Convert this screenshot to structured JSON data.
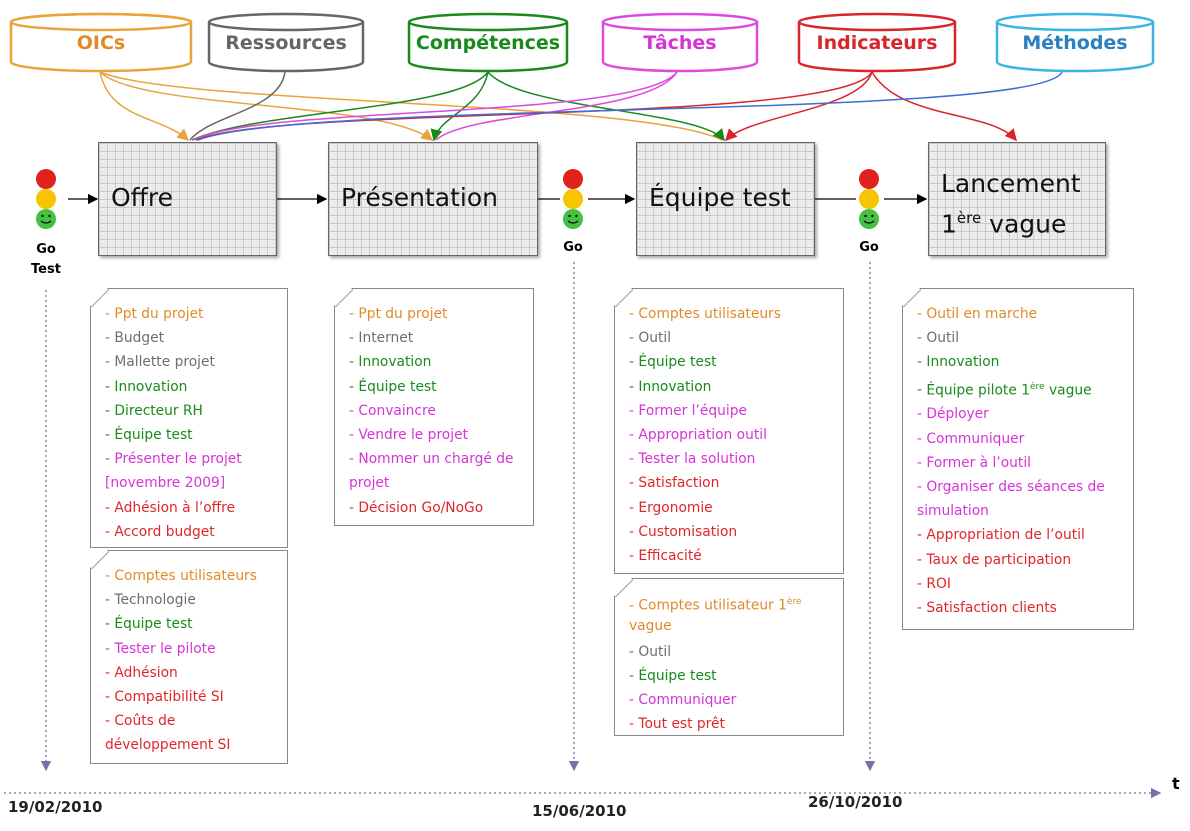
{
  "categories": [
    {
      "label": "OICs",
      "color": "#e8a33d",
      "text_color": "#e08b2a"
    },
    {
      "label": "Ressources",
      "color": "#666666",
      "text_color": "#666666"
    },
    {
      "label": "Compétences",
      "color": "#1a8a1a",
      "text_color": "#1a8a1a"
    },
    {
      "label": "Tâches",
      "color": "#dc4ae0",
      "text_color": "#d634d6"
    },
    {
      "label": "Indicateurs",
      "color": "#d9252a",
      "text_color": "#d9252a"
    },
    {
      "label": "Méthodes",
      "color": "#3bb4e4",
      "text_color": "#2a7fbf"
    }
  ],
  "stages": [
    {
      "title": "Offre"
    },
    {
      "title": "Présentation"
    },
    {
      "title": "Équipe test"
    },
    {
      "title_line1": "Lancement",
      "title_line2_prefix": "1",
      "title_line2_sup": "ère",
      "title_line2_suffix": " vague"
    }
  ],
  "gates": {
    "first_line1": "Go",
    "first_line2": "Test",
    "second": "Go",
    "third": "Go"
  },
  "notes": {
    "offre_a": [
      "Ppt du projet",
      "Budget",
      "Mallette projet",
      "Innovation",
      "Directeur RH",
      "Équipe test",
      "Présenter le projet [novembre 2009]",
      "Adhésion à l’offre",
      "Accord budget"
    ],
    "offre_b": [
      "Comptes utilisateurs",
      "Technologie",
      "Équipe test",
      "Tester le pilote",
      "Adhésion",
      "Compatibilité SI",
      "Coûts de développement SI"
    ],
    "presentation": [
      "Ppt du projet",
      "Internet",
      "Innovation",
      "Équipe test",
      "Convaincre",
      "Vendre le projet",
      "Nommer un chargé de projet",
      "Décision Go/NoGo"
    ],
    "equipe_a": [
      "Comptes utilisateurs",
      "Outil",
      "Équipe test",
      "Innovation",
      "Former l’équipe",
      "Appropriation outil",
      "Tester la solution",
      "Satisfaction",
      "Ergonomie",
      "Customisation",
      "Efficacité"
    ],
    "equipe_b": {
      "first_prefix": "Comptes utilisateur 1",
      "first_sup": "ère",
      "first_suffix": " vague",
      "rest": [
        "Outil",
        "Équipe test",
        "Communiquer",
        "Tout est prêt"
      ]
    },
    "lancement": {
      "items_before": [
        "Outil en marche",
        "Outil",
        "Innovation"
      ],
      "pilot_prefix": "Équipe pilote 1",
      "pilot_sup": "ère",
      "pilot_suffix": " vague",
      "items_after": [
        "Déployer",
        "Communiquer",
        "Former à l’outil",
        "Organiser des séances de simulation",
        "Appropriation de l’outil",
        "Taux de participation",
        "ROI",
        "Satisfaction clients"
      ]
    }
  },
  "timeline": {
    "dates": [
      "19/02/2010",
      "15/06/2010",
      "26/10/2010"
    ],
    "axis_label": "t"
  }
}
